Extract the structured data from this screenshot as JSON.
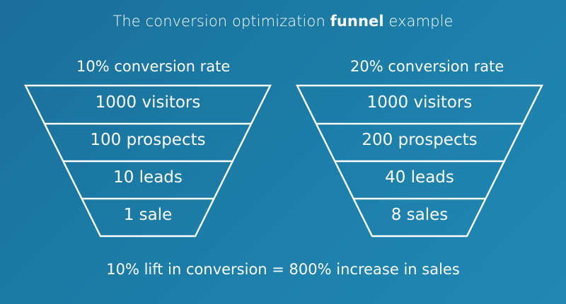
{
  "title": {
    "before": "The conversion optimization ",
    "emphasis": "funnel",
    "after": " example"
  },
  "funnels": [
    {
      "rate_label": "10% conversion rate",
      "stages": [
        "1000 visitors",
        "100 prospects",
        "10 leads",
        "1 sale"
      ]
    },
    {
      "rate_label": "20% conversion rate",
      "stages": [
        "1000 visitors",
        "200 prospects",
        "40 leads",
        "8 sales"
      ]
    }
  ],
  "footer": "10% lift in conversion = 800% increase in sales",
  "colors": {
    "background_start": "#1a6f9a",
    "background_end": "#2188b3",
    "foreground": "#ffffff"
  }
}
